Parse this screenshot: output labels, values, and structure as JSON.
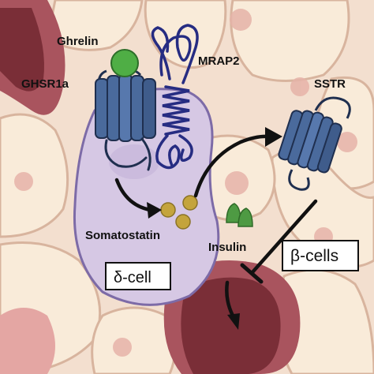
{
  "labels": {
    "ghrelin": "Ghrelin",
    "mrap2": "MRAP2",
    "ghsr1a": "GHSR1a",
    "sstr": "SSTR",
    "somatostatin": "Somatostatin",
    "insulin": "Insulin",
    "delta_cell": "δ-cell",
    "beta_cells": "β-cells"
  },
  "colors": {
    "tissue_background": "#f3dfcf",
    "cell_fill": "#f9ebd9",
    "cell_border": "#d8b49e",
    "blood_vessel": "#a9545e",
    "blood_vessel_dark": "#7a2e37",
    "delta_cell_fill": "#d6c8e4",
    "delta_cell_border": "#7d6ba7",
    "receptor_blue": "#4a6a9c",
    "receptor_outline": "#1f2f4f",
    "mrap2_navy": "#262c82",
    "ghrelin_green": "#4fae45",
    "somatostatin_granule": "#c4a43c",
    "insulin_green": "#4e9a43",
    "arrow": "#111111"
  }
}
